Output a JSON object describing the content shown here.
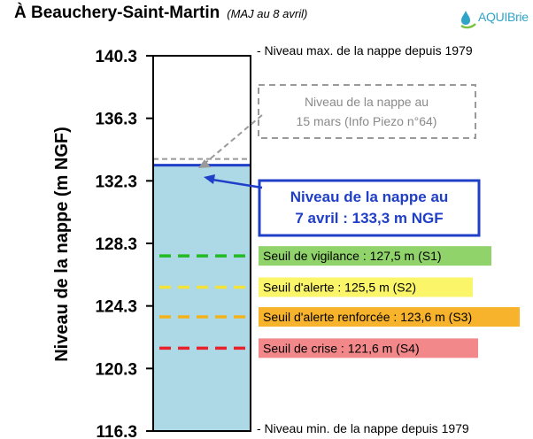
{
  "title": {
    "main": "À Beauchery-Saint-Martin",
    "subtitle": "(MAJ au 8 avril)"
  },
  "logo": {
    "text": "AQUIBrie",
    "icon": "water-droplet-icon"
  },
  "chart_data": {
    "type": "bar",
    "ylabel": "Niveau de la nappe (m NGF)",
    "ylim": [
      116.3,
      140.3
    ],
    "yticks": [
      "140.3",
      "136.3",
      "132.3",
      "128.3",
      "124.3",
      "120.3",
      "116.3"
    ],
    "ytick_values": [
      140.3,
      136.3,
      132.3,
      128.3,
      124.3,
      120.3,
      116.3
    ],
    "max_note": "- Niveau max. de la nappe depuis 1979",
    "min_note": "- Niveau min. de la nappe depuis 1979",
    "max_level": 140.3,
    "min_level": 116.3,
    "current": {
      "value": 133.3,
      "label_line1": "Niveau de la nappe au",
      "label_line2": "7 avril : 133,3 m NGF"
    },
    "previous": {
      "value": 133.7,
      "label_line1": "Niveau de la nappe au",
      "label_line2": "15 mars (Info Piezo n°64)"
    },
    "thresholds": [
      {
        "value": 127.5,
        "label": "Seuil de vigilance : 127,5 m (S1)",
        "line_color": "#22bb22",
        "box_color": "#8fd36a"
      },
      {
        "value": 125.5,
        "label": "Seuil d'alerte : 125,5 m (S2)",
        "line_color": "#f2e23a",
        "box_color": "#fbf56a"
      },
      {
        "value": 123.6,
        "label": "Seuil d'alerte renforcée : 123,6 m (S3)",
        "line_color": "#f3b21a",
        "box_color": "#f7b32b"
      },
      {
        "value": 121.6,
        "label": "Seuil de crise : 121,6 m (S4)",
        "line_color": "#e8212b",
        "box_color": "#f2888a"
      }
    ],
    "colors": {
      "fill": "#add8e6",
      "current_line": "#1f3fc8",
      "previous_line": "#999999"
    }
  }
}
